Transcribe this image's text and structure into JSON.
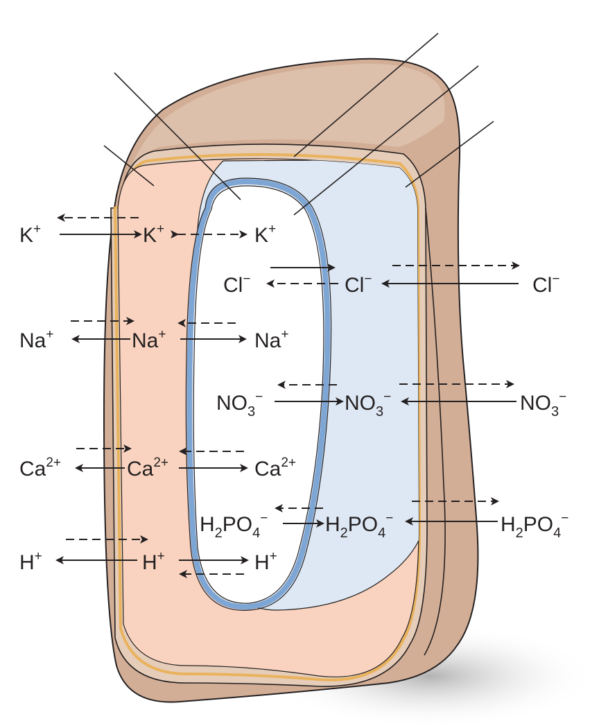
{
  "colors": {
    "cell_wall": "#d3ae96",
    "cell_wall_top": "#ddc0ab",
    "cell_wall_inner": "#e6cdb9",
    "membrane_line": "#e9b25c",
    "cytoplasm": "#f9d3bf",
    "vacuole": "#dde8f4",
    "tonoplast": "#7ea6d5",
    "outline": "#231f20"
  },
  "ions": {
    "k": {
      "outside": "K",
      "cytoplasm": "K",
      "vacuole": "K",
      "charge": "+"
    },
    "cl": {
      "outside": "Cl",
      "cytoplasm": "Cl",
      "vacuole": "Cl",
      "charge": "−"
    },
    "na": {
      "outside": "Na",
      "cytoplasm": "Na",
      "vacuole": "Na",
      "charge": "+"
    },
    "no3": {
      "base": "NO",
      "sub": "3",
      "charge": "−"
    },
    "ca": {
      "outside": "Ca",
      "cytoplasm": "Ca",
      "vacuole": "Ca",
      "charge": "2+"
    },
    "h2po4": {
      "part1": "H",
      "sub1": "2",
      "part2": "PO",
      "sub2": "4",
      "charge": "−"
    },
    "h": {
      "outside": "H",
      "cytoplasm": "H",
      "vacuole": "H",
      "charge": "+"
    }
  }
}
